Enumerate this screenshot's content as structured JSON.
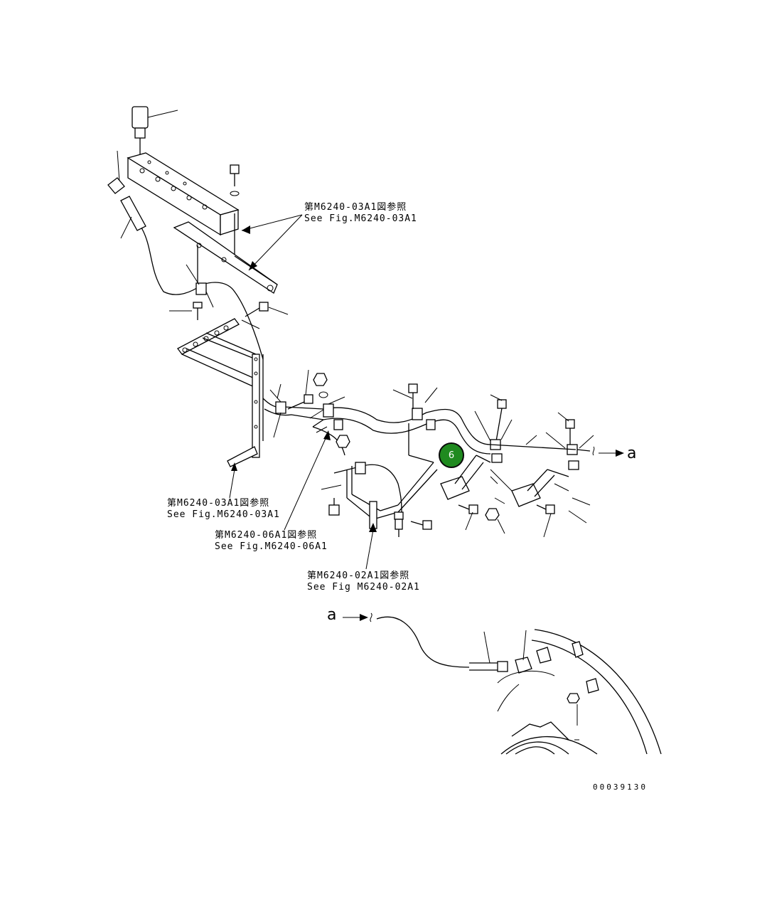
{
  "refs": [
    {
      "jp": "第M6240-03A1図参照",
      "en": "See Fig.M6240-03A1"
    },
    {
      "jp": "第M6240-03A1図参照",
      "en": "See Fig.M6240-03A1"
    },
    {
      "jp": "第M6240-06A1図参照",
      "en": "See Fig.M6240-06A1"
    },
    {
      "jp": "第M6240-02A1図参照",
      "en": "See Fig M6240-02A1"
    }
  ],
  "connection_marker": {
    "right_label": "a",
    "left_label": "a"
  },
  "callout": {
    "number": "6",
    "color": "#1f8a1f"
  },
  "figure_number": "00039130"
}
